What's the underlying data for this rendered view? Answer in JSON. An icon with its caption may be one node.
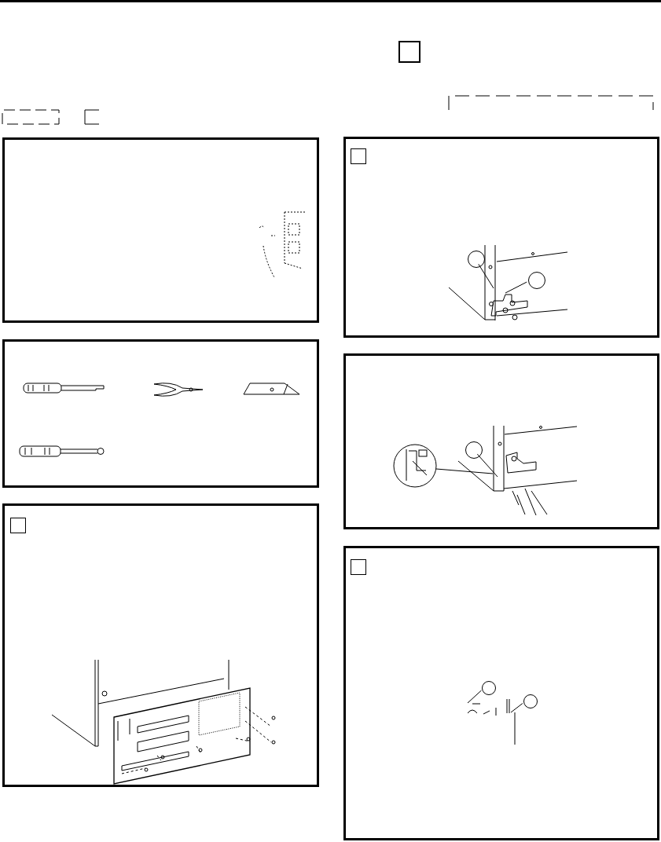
{
  "diagram": {
    "nodes": [
      {
        "text": [],
        "shape": "box"
      },
      {
        "text": [],
        "shape": "box"
      },
      {
        "text": [],
        "shape": "box"
      },
      {
        "text": [],
        "shape": "box"
      },
      {
        "text": [],
        "shape": "box"
      },
      {
        "text": [],
        "shape": "box"
      },
      {
        "text": [],
        "shape": "box"
      },
      {
        "text": [],
        "shape": "box",
        "in": 3
      },
      {
        "text": [],
        "shape": "circle",
        "in": 3
      },
      {
        "text": [],
        "shape": "circle",
        "in": 3
      },
      {
        "text": [],
        "shape": "box",
        "in": 2
      },
      {
        "text": [],
        "shape": "circle",
        "in": 4
      },
      {
        "text": [],
        "shape": "box",
        "in": 5
      },
      {
        "text": [],
        "shape": "circle",
        "in": 5
      },
      {
        "text": [],
        "shape": "circle",
        "in": 5
      },
      {
        "text": [],
        "shape": "picture",
        "in": 5
      }
    ],
    "edges": [
      {
        "from": 8,
        "to": null,
        "arrow": "none"
      },
      {
        "from": 9,
        "to": null,
        "arrow": "none"
      },
      {
        "from": 11,
        "to": null,
        "arrow": "none"
      },
      {
        "from": 13,
        "to": 15,
        "arrow": "none"
      },
      {
        "from": 14,
        "to": 15,
        "arrow": "none"
      }
    ]
  }
}
